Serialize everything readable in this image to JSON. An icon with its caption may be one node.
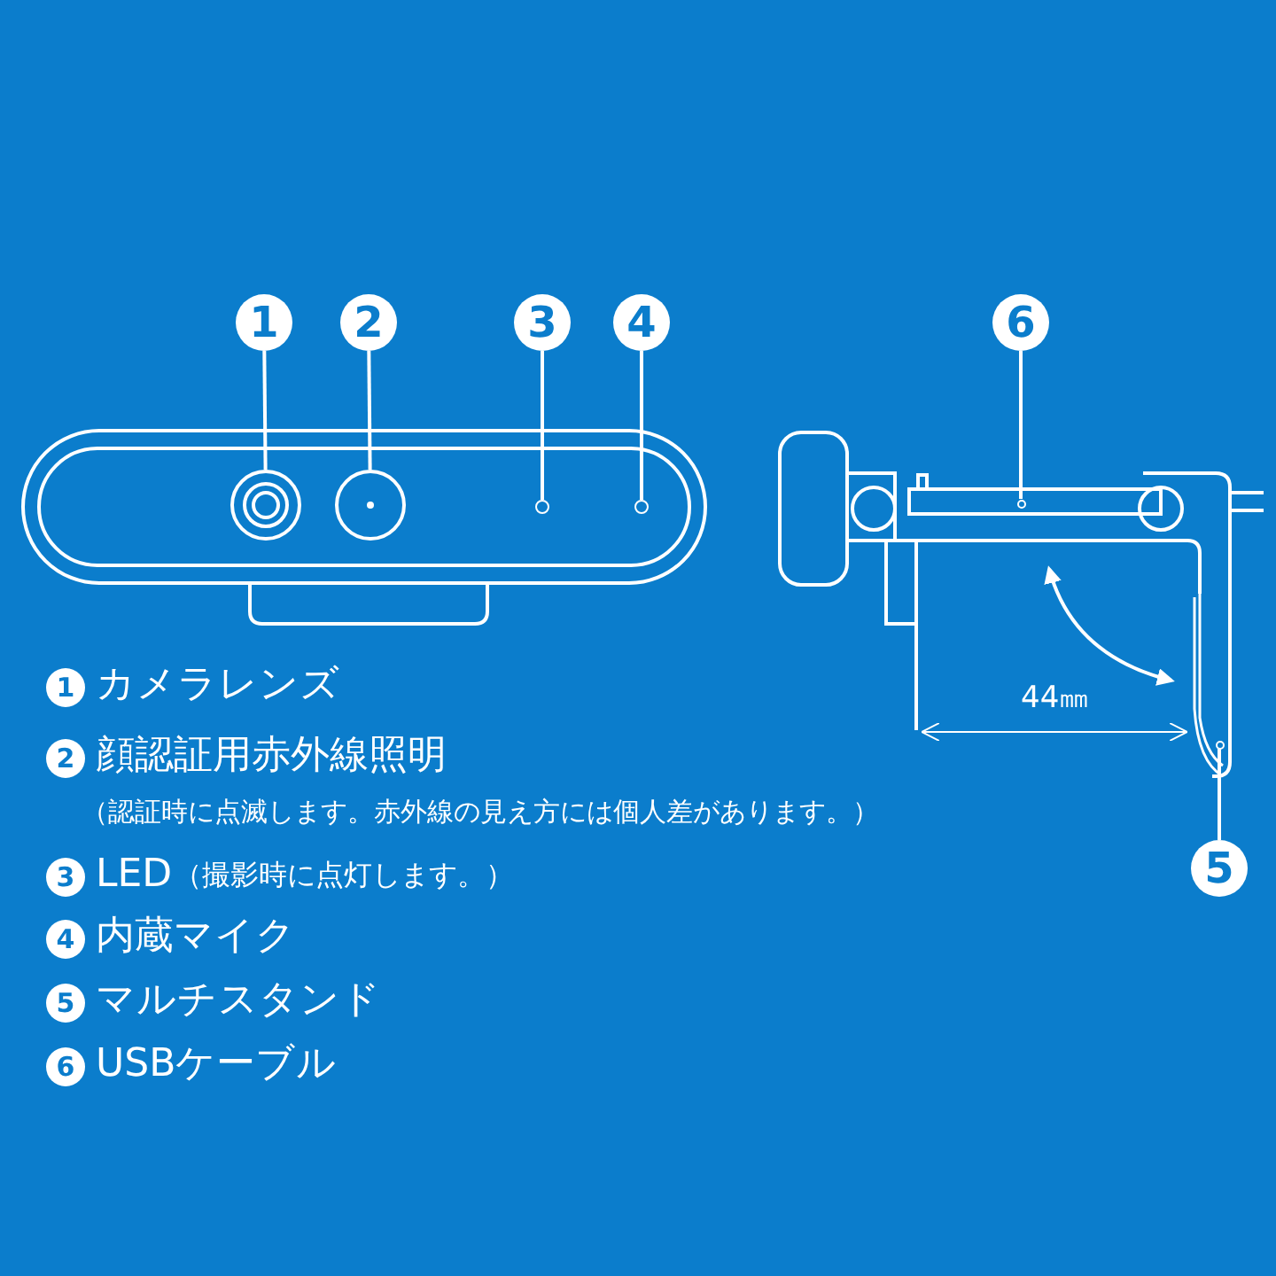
{
  "diagram": {
    "nodes": [
      {
        "text": [
          "1"
        ]
      },
      {
        "text": [
          "2"
        ]
      },
      {
        "text": [
          "3"
        ]
      },
      {
        "text": [
          "4"
        ]
      },
      {
        "text": [
          "6"
        ]
      },
      {
        "text": [
          "5"
        ]
      },
      {
        "text": [],
        "shape": "circle"
      },
      {
        "text": [],
        "shape": "circle"
      },
      {
        "text": [],
        "shape": "circle"
      },
      {
        "text": [],
        "shape": "circle"
      },
      {
        "text": [],
        "shape": "circle"
      },
      {
        "text": [],
        "shape": "circle"
      }
    ],
    "edges": [
      {
        "from": 0,
        "to": 6,
        "arrow": "none"
      },
      {
        "from": 1,
        "to": 7,
        "arrow": "none"
      },
      {
        "from": 2,
        "to": 8,
        "arrow": "none"
      },
      {
        "from": 3,
        "to": 9,
        "arrow": "none"
      },
      {
        "from": 4,
        "to": 10,
        "arrow": "none"
      },
      {
        "from": 5,
        "to": 11,
        "arrow": "none"
      }
    ],
    "labels": [
      "44㎜",
      "1",
      "カメラレンズ",
      "2",
      "顔認証用赤外線照明",
      "（認証時に点滅します。赤外線の見え方には個人差があります。）",
      "3",
      "LED",
      "（撮影時に点灯します。）",
      "4",
      "内蔵マイク",
      "5",
      "マルチスタンド",
      "6",
      "USBケーブル"
    ]
  }
}
